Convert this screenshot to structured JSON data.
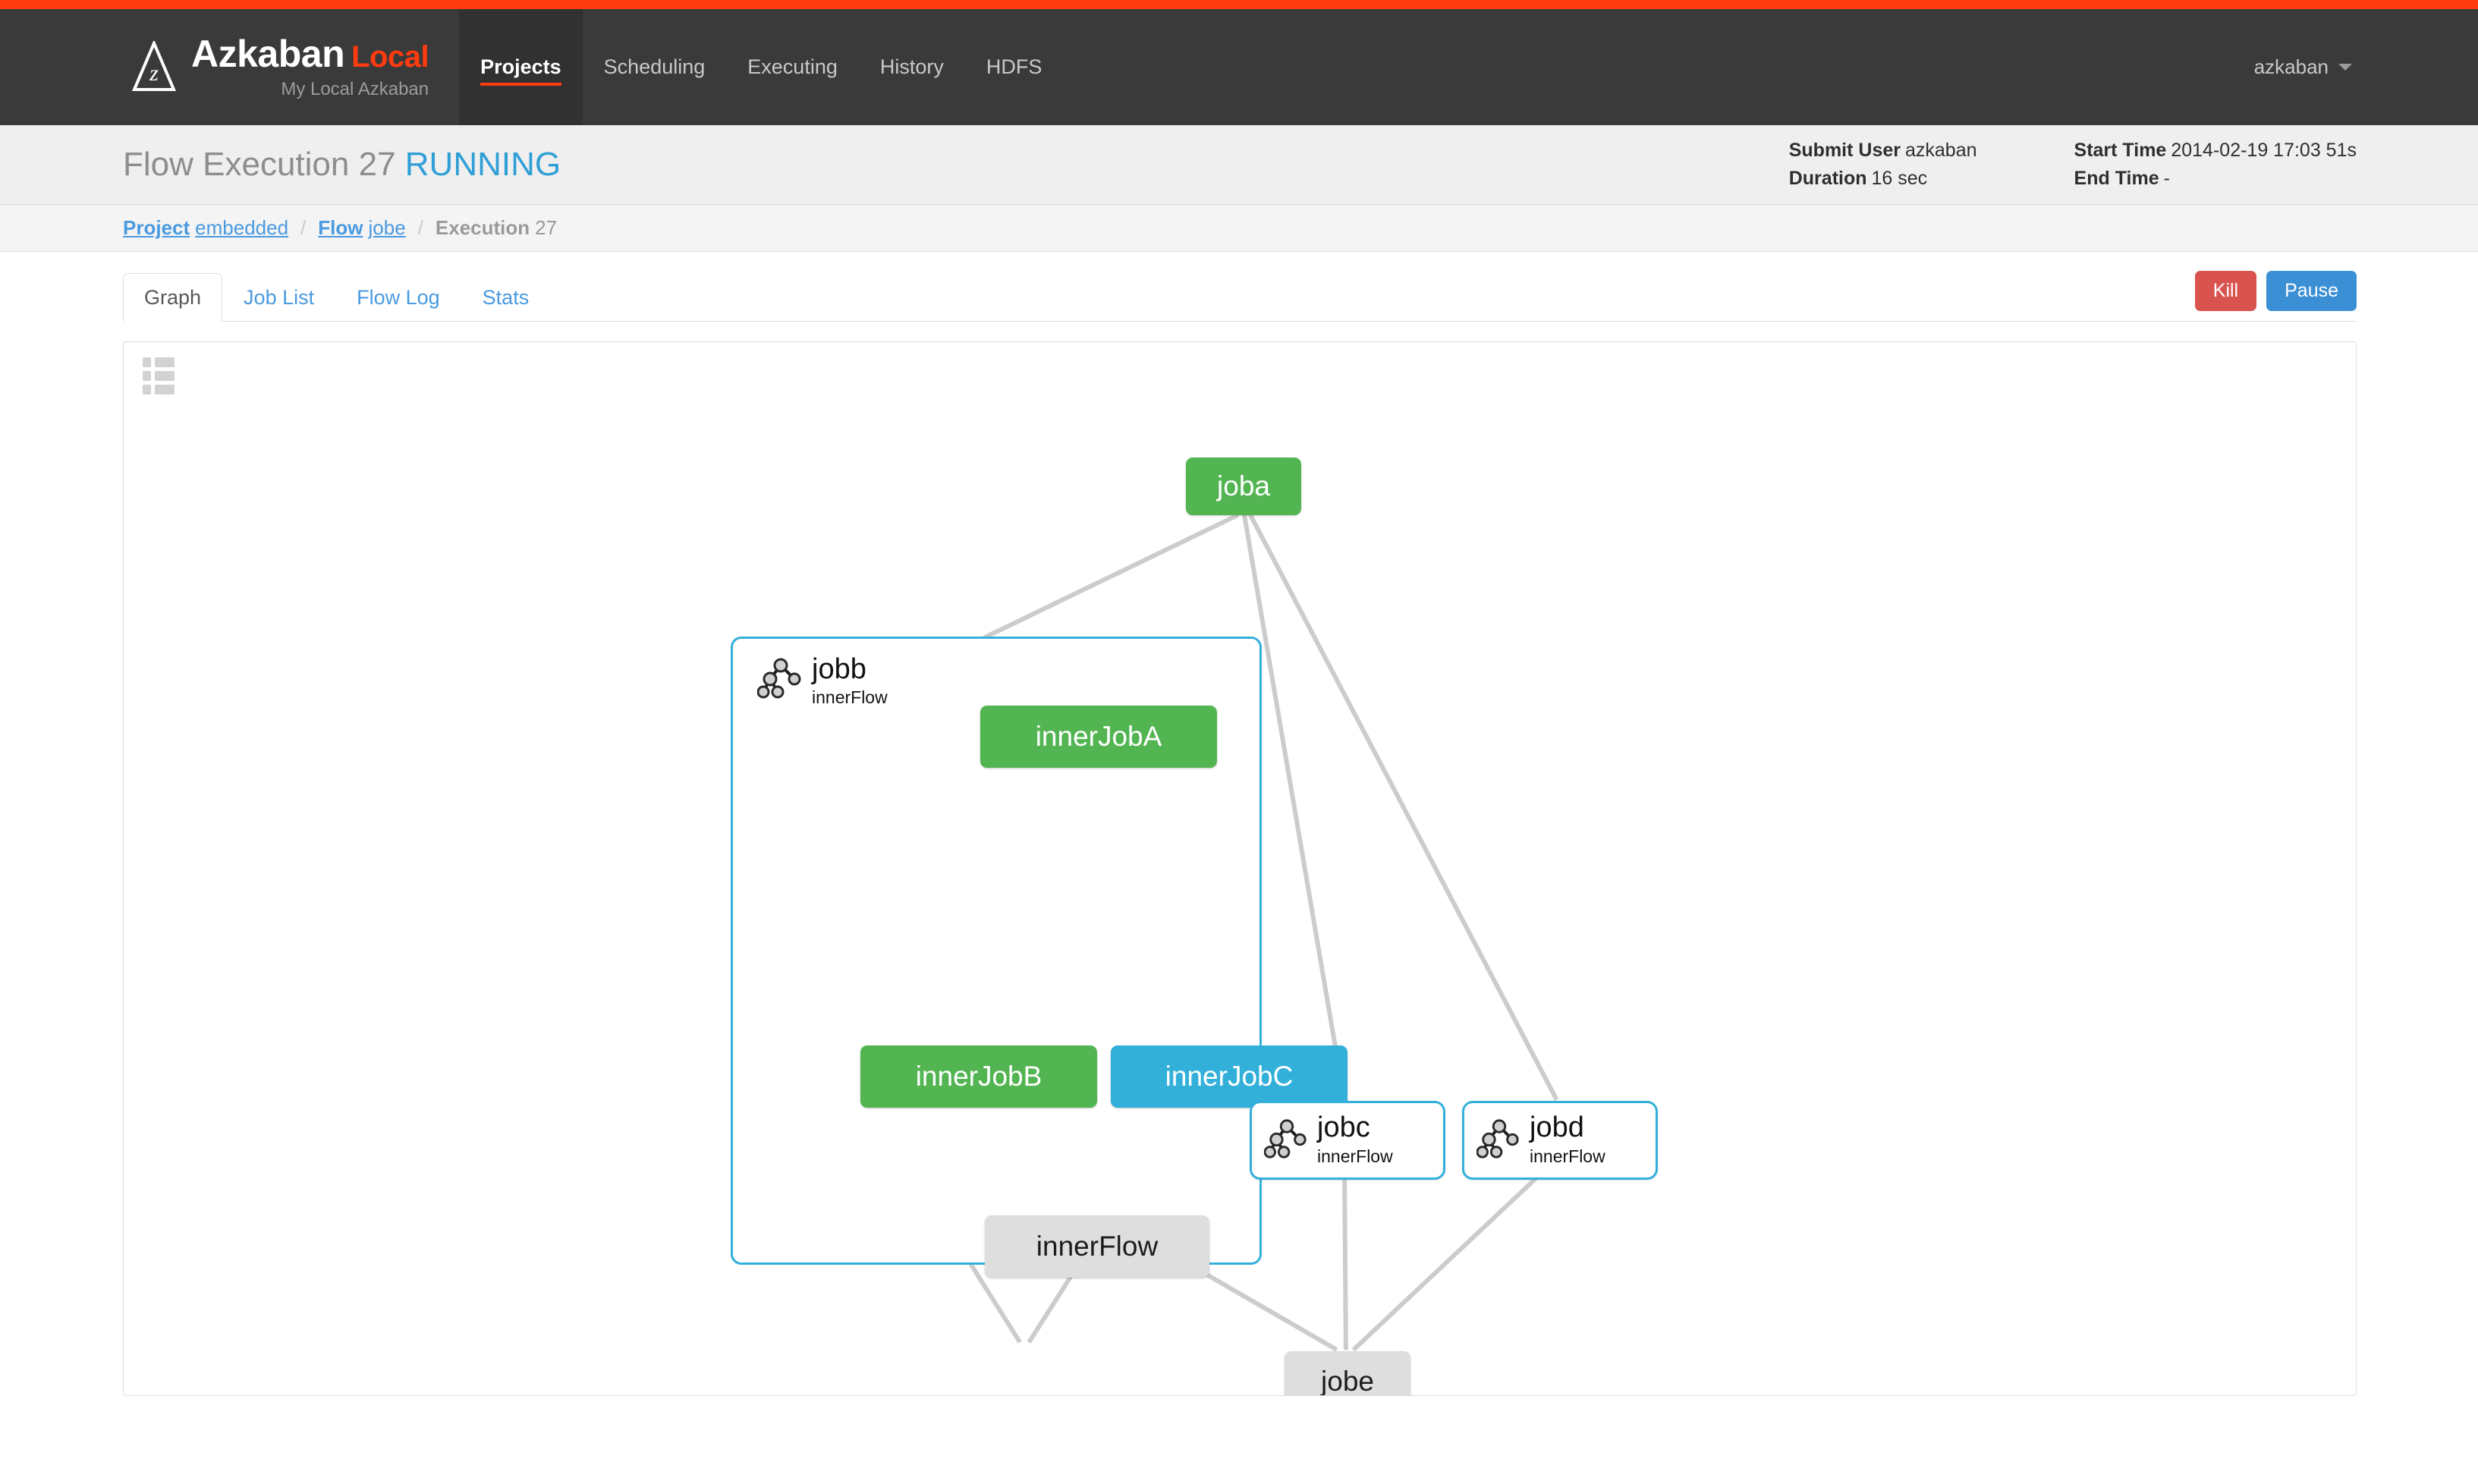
{
  "branding": {
    "logo_icon": "azkaban-logo-icon",
    "name": "Azkaban",
    "qualifier": "Local",
    "tagline": "My Local Azkaban"
  },
  "nav": {
    "items": [
      {
        "label": "Projects",
        "active": true
      },
      {
        "label": "Scheduling",
        "active": false
      },
      {
        "label": "Executing",
        "active": false
      },
      {
        "label": "History",
        "active": false
      },
      {
        "label": "HDFS",
        "active": false
      }
    ],
    "user": "azkaban",
    "caret_icon": "chevron-down-icon"
  },
  "page_header": {
    "title_prefix": "Flow Execution",
    "execution_id": "27",
    "status": "RUNNING",
    "meta_left": [
      {
        "label": "Submit User",
        "value": "azkaban"
      },
      {
        "label": "Duration",
        "value": "16 sec"
      }
    ],
    "meta_right": [
      {
        "label": "Start Time",
        "value": "2014-02-19 17:03 51s"
      },
      {
        "label": "End Time",
        "value": "-"
      }
    ]
  },
  "breadcrumb": {
    "items": [
      {
        "label": "Project",
        "value": "embedded",
        "current": false
      },
      {
        "label": "Flow",
        "value": "jobe",
        "current": false
      },
      {
        "label": "Execution",
        "value": "27",
        "current": true
      }
    ],
    "separator": "/"
  },
  "tabs": {
    "items": [
      {
        "label": "Graph",
        "active": true
      },
      {
        "label": "Job List",
        "active": false
      },
      {
        "label": "Flow Log",
        "active": false
      },
      {
        "label": "Stats",
        "active": false
      }
    ],
    "actions": [
      {
        "label": "Kill",
        "kind": "kill"
      },
      {
        "label": "Pause",
        "kind": "pause"
      }
    ]
  },
  "graph": {
    "legend_icon": "legend-list-icon",
    "colors": {
      "success": "#52b552",
      "running": "#33b0da",
      "ready": "#dedede",
      "edge": "#cccccc",
      "flow_border": "#33b0da"
    },
    "nodes": [
      {
        "id": "joba",
        "label": "joba",
        "status": "success",
        "type": "job"
      },
      {
        "id": "jobb",
        "label": "jobb",
        "sublabel": "innerFlow",
        "status": "running",
        "type": "flow-expanded"
      },
      {
        "id": "innerJobA",
        "label": "innerJobA",
        "status": "success",
        "type": "job"
      },
      {
        "id": "innerJobB",
        "label": "innerJobB",
        "status": "success",
        "type": "job"
      },
      {
        "id": "innerJobC",
        "label": "innerJobC",
        "status": "running",
        "type": "job"
      },
      {
        "id": "innerFlow",
        "label": "innerFlow",
        "status": "ready",
        "type": "job"
      },
      {
        "id": "jobc",
        "label": "jobc",
        "sublabel": "innerFlow",
        "status": "running",
        "type": "flow-collapsed"
      },
      {
        "id": "jobd",
        "label": "jobd",
        "sublabel": "innerFlow",
        "status": "running",
        "type": "flow-collapsed"
      },
      {
        "id": "jobe",
        "label": "jobe",
        "status": "ready",
        "type": "job"
      }
    ],
    "edges": [
      {
        "from": "joba",
        "to": "jobb"
      },
      {
        "from": "joba",
        "to": "jobc"
      },
      {
        "from": "joba",
        "to": "jobd"
      },
      {
        "from": "innerJobA",
        "to": "innerJobB"
      },
      {
        "from": "innerJobA",
        "to": "innerJobC"
      },
      {
        "from": "innerJobB",
        "to": "innerFlow"
      },
      {
        "from": "innerJobC",
        "to": "innerFlow"
      },
      {
        "from": "jobb",
        "to": "jobe"
      },
      {
        "from": "jobc",
        "to": "jobe"
      },
      {
        "from": "jobd",
        "to": "jobe"
      }
    ]
  }
}
